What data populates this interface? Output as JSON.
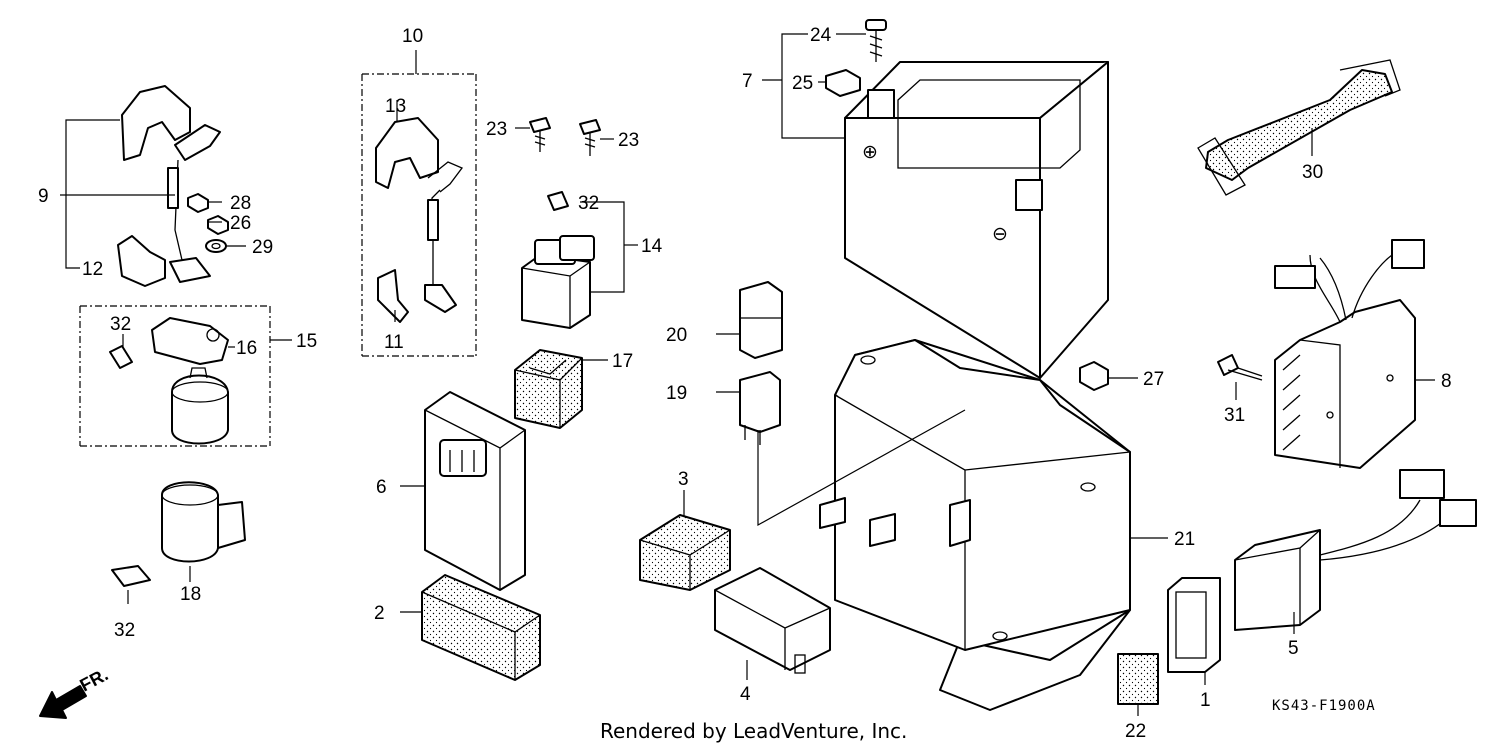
{
  "diagram_code": "KS43-F1900A",
  "credit": "Rendered by LeadVenture, Inc.",
  "front_arrow_label": "FR.",
  "callouts": [
    {
      "id": "c1",
      "label": "1"
    },
    {
      "id": "c2",
      "label": "2"
    },
    {
      "id": "c3",
      "label": "3"
    },
    {
      "id": "c4",
      "label": "4"
    },
    {
      "id": "c5",
      "label": "5"
    },
    {
      "id": "c6",
      "label": "6"
    },
    {
      "id": "c7",
      "label": "7"
    },
    {
      "id": "c8",
      "label": "8"
    },
    {
      "id": "c9",
      "label": "9"
    },
    {
      "id": "c10",
      "label": "10"
    },
    {
      "id": "c11",
      "label": "11"
    },
    {
      "id": "c12",
      "label": "12"
    },
    {
      "id": "c13",
      "label": "13"
    },
    {
      "id": "c14",
      "label": "14"
    },
    {
      "id": "c15",
      "label": "15"
    },
    {
      "id": "c16",
      "label": "16"
    },
    {
      "id": "c17",
      "label": "17"
    },
    {
      "id": "c18",
      "label": "18"
    },
    {
      "id": "c19",
      "label": "19"
    },
    {
      "id": "c20",
      "label": "20"
    },
    {
      "id": "c21",
      "label": "21"
    },
    {
      "id": "c22",
      "label": "22"
    },
    {
      "id": "c23a",
      "label": "23"
    },
    {
      "id": "c23b",
      "label": "23"
    },
    {
      "id": "c24",
      "label": "24"
    },
    {
      "id": "c25",
      "label": "25"
    },
    {
      "id": "c26",
      "label": "26"
    },
    {
      "id": "c27",
      "label": "27"
    },
    {
      "id": "c28",
      "label": "28"
    },
    {
      "id": "c29",
      "label": "29"
    },
    {
      "id": "c30",
      "label": "30"
    },
    {
      "id": "c31",
      "label": "31"
    },
    {
      "id": "c32a",
      "label": "32"
    },
    {
      "id": "c32b",
      "label": "32"
    },
    {
      "id": "c32c",
      "label": "32"
    },
    {
      "id": "c32d",
      "label": "32"
    }
  ]
}
